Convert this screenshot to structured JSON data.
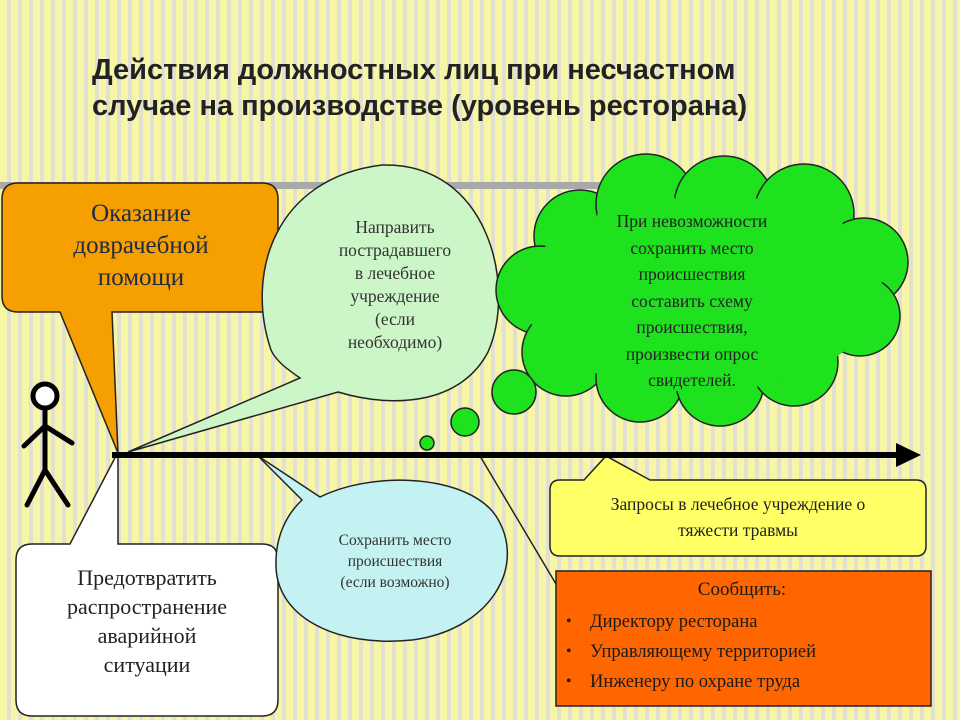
{
  "title": {
    "line1": "Действия должностных лиц при несчастном",
    "line2": "случае на производстве (уровень ресторана)"
  },
  "first_aid": {
    "lines": [
      "Оказание",
      "доврачебной",
      "помощи"
    ]
  },
  "prevent": {
    "lines": [
      "Предотвратить",
      "распространение",
      "аварийной",
      "ситуации"
    ]
  },
  "send_victim": {
    "lines": [
      "Направить",
      "пострадавшего",
      "в лечебное",
      "учреждение",
      "(если",
      "необходимо)"
    ]
  },
  "scene_cloud": {
    "lines": [
      "При невозможности",
      "сохранить место",
      "происшествия",
      "составить схему",
      "происшествия,",
      "произвести опрос",
      "свидетелей."
    ]
  },
  "save_scene": {
    "lines": [
      "Сохранить место",
      "происшествия",
      "(если возможно)"
    ]
  },
  "requests": {
    "lines": [
      "Запросы в лечебное учреждение о",
      "тяжести травмы"
    ]
  },
  "notify": {
    "heading": "Сообщить:",
    "bullet": "•",
    "items": [
      "Директору ресторана",
      "Управляющему территорией",
      "Инженеру по охране труда"
    ]
  },
  "colors": {
    "first_aid_fill": "#f5a000",
    "send_victim_fill": "#ccf5c8",
    "cloud_fill": "#1ee21e",
    "save_scene_fill": "#c4f2f2",
    "requests_fill": "#ffff66",
    "notify_fill": "#ff6600",
    "arrow": "#000000"
  }
}
